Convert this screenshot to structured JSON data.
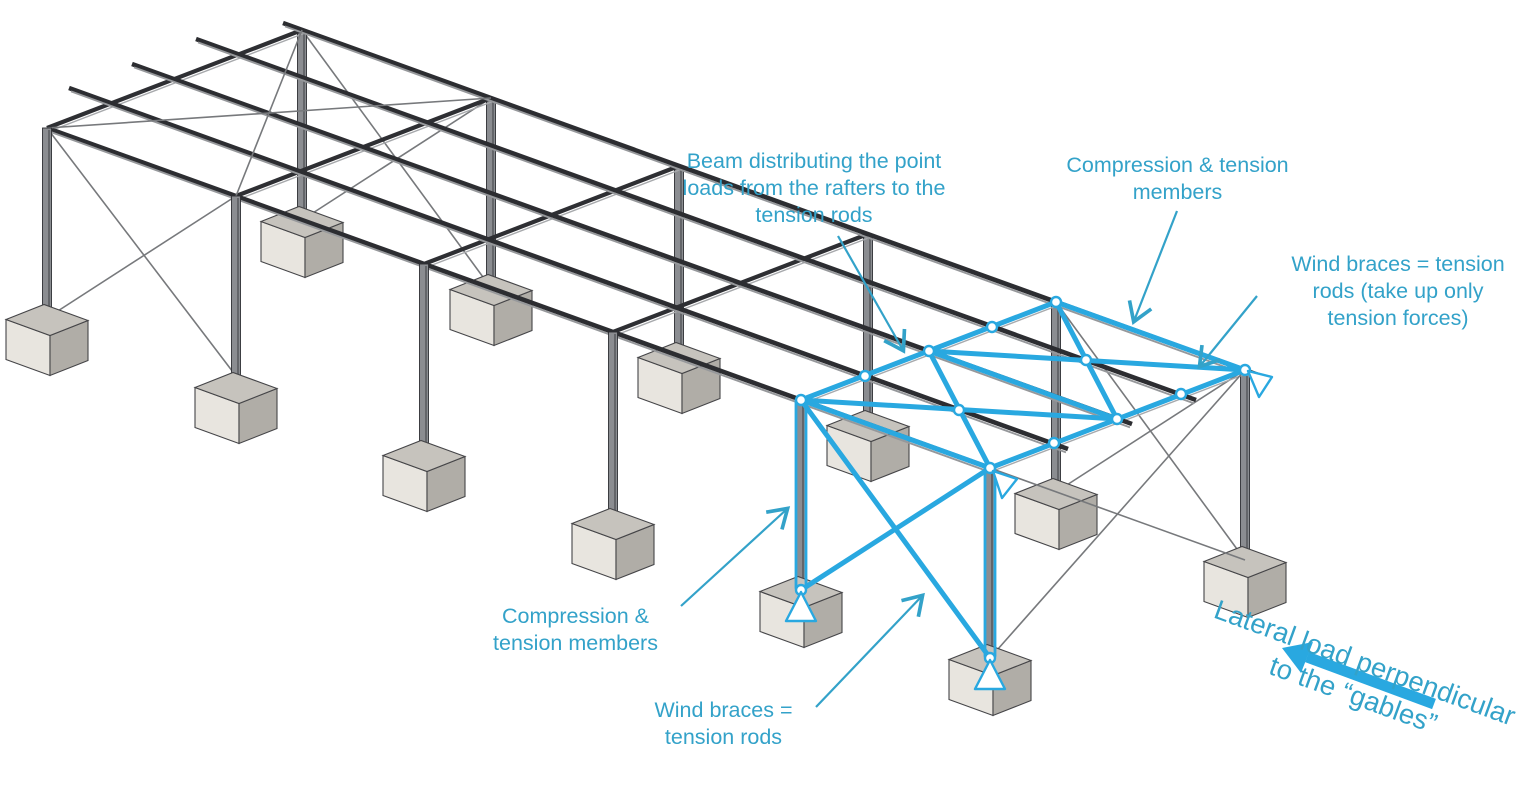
{
  "annotations": {
    "beam_distributing": {
      "lines": [
        "Beam distributing the point",
        "loads from the rafters to the",
        "tension rods"
      ]
    },
    "compression_tension_top": {
      "lines": [
        "Compression & tension",
        "members"
      ]
    },
    "wind_braces_right": {
      "lines": [
        "Wind braces = tension",
        "rods (take up only",
        "tension forces)"
      ]
    },
    "compression_tension_bottom": {
      "lines": [
        "Compression &",
        "tension members"
      ]
    },
    "wind_braces_bottom": {
      "lines": [
        "Wind braces =",
        "tension rods"
      ]
    },
    "lateral_load": {
      "lines": [
        "Lateral load perpendicular",
        "to the “gables”"
      ]
    }
  },
  "icons": {
    "lateral_load_arrow": "thick-arrow-up-left",
    "leader_arrowhead": "open-v-arrowhead",
    "support_symbol": "pinned-support-triangle",
    "truss_node": "node-circle"
  },
  "colors": {
    "accent-member": "#29a8e0",
    "accent-text": "#33a2c9",
    "steel-dark": "#2e2f33",
    "steel-mid": "#8b8d91",
    "steel-light": "#a7a9ac",
    "rod-gray": "#77797c",
    "concrete-top": "#c6c3bd",
    "concrete-front": "#e8e5df",
    "concrete-side": "#b0ada7",
    "background": "#ffffff"
  }
}
